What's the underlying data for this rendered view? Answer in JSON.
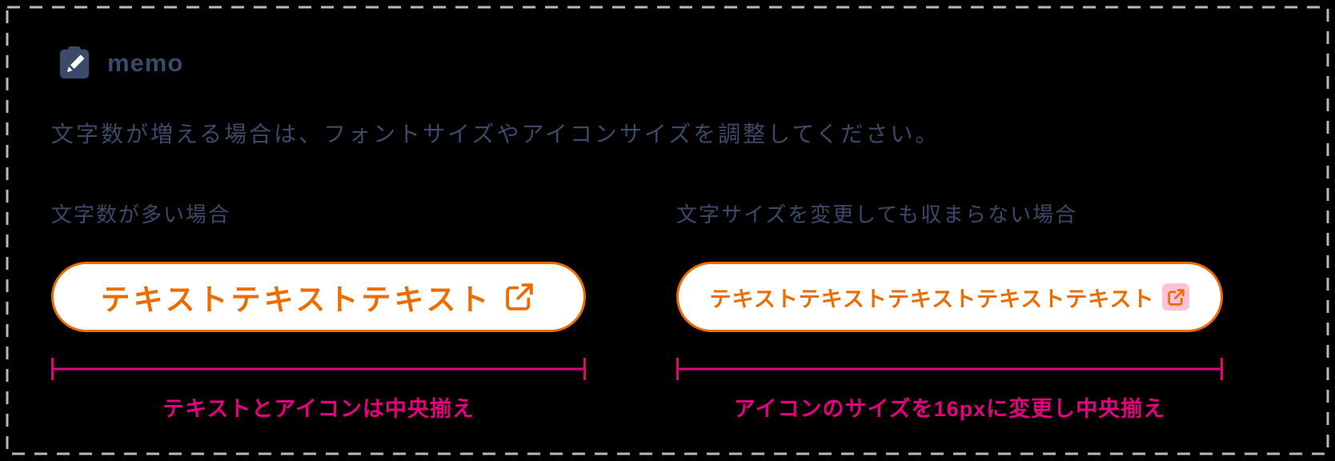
{
  "frame": {
    "background": "#000000",
    "dashed_border_color": "#b9b9b9"
  },
  "header": {
    "icon": "memo-clipboard-pencil-icon",
    "title": "memo"
  },
  "description": "文字数が増える場合は、フォントサイズやアイコンサイズを調整してください。",
  "columns": [
    {
      "label": "文字数が多い場合",
      "button": {
        "text": "テキストテキストテキスト",
        "icon": "external-link-icon",
        "icon_highlighted": false
      },
      "annotation": "テキストとアイコンは中央揃え"
    },
    {
      "label": "文字サイズを変更しても収まらない場合",
      "button": {
        "text": "テキストテキストテキストテキストテキスト",
        "icon": "external-link-icon",
        "icon_highlighted": true,
        "icon_size_note": "16px"
      },
      "annotation": "アイコンのサイズを16pxに変更し中央揃え"
    }
  ],
  "colors": {
    "accent_orange": "#ed6c00",
    "annotation_pink": "#e4007f",
    "icon_highlight_pink": "#ffc0da",
    "text_navy": "#3b4a68",
    "button_background": "#ffffff"
  }
}
